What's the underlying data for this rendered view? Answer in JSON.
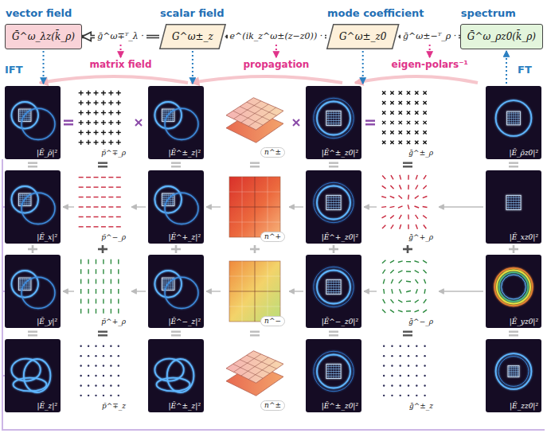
{
  "diagram": {
    "nodes": [
      {
        "text": [
          "vector field",
          "Ḡ^ω_λz(k̄_ρ)"
        ]
      },
      {
        "text": [
          "scalar field",
          "G^ω±_z"
        ]
      },
      {
        "text": [
          "mode coefficient",
          "G^ω±_z0"
        ]
      },
      {
        "text": [
          "spectrum",
          "Ḡ^ω_ρz0(k̄_ρ)"
        ]
      }
    ],
    "edges": [
      {
        "from": 1,
        "to": 0,
        "arrow": "to",
        "label": "ḡ^ω∓ᵀ_λ ·"
      },
      {
        "from": 2,
        "to": 1,
        "arrow": "to",
        "label": "e^(ik_z^ω±(z−z0)) ·"
      },
      {
        "from": 3,
        "to": 2,
        "arrow": "to",
        "label": "ḡ^ω±−ᵀ_ρ ·"
      }
    ],
    "labels": [
      "IFT",
      "matrix field",
      "propagation",
      "eigen-polars⁻¹",
      "FT",
      "|Ē_ρ̄|²",
      "|Ē_x|²",
      "|Ē_y|²",
      "|Ē_z|²",
      "p̄^∓_ρ",
      "p̄^−_ρ",
      "p̄^+_ρ",
      "p̄^∓_z",
      "|Ē^±_z|²",
      "|Ē^+_z|²",
      "|Ē^−_z|²",
      "|Ē^±_z|²",
      "n^±",
      "n^+",
      "n^−",
      "n^±",
      "|Ē^±_z0|²",
      "|Ē^+_z0|²",
      "|Ē^−_z0|²",
      "|Ē^±_z0|²",
      "ḡ^±_ρ",
      "ḡ^+_ρ",
      "ḡ^−_ρ",
      "ḡ^±_z",
      "|Ē_ρ̄z0|²",
      "|Ē_xz0|²",
      "|Ē_yz0|²",
      "|Ē_zz0|²"
    ]
  }
}
